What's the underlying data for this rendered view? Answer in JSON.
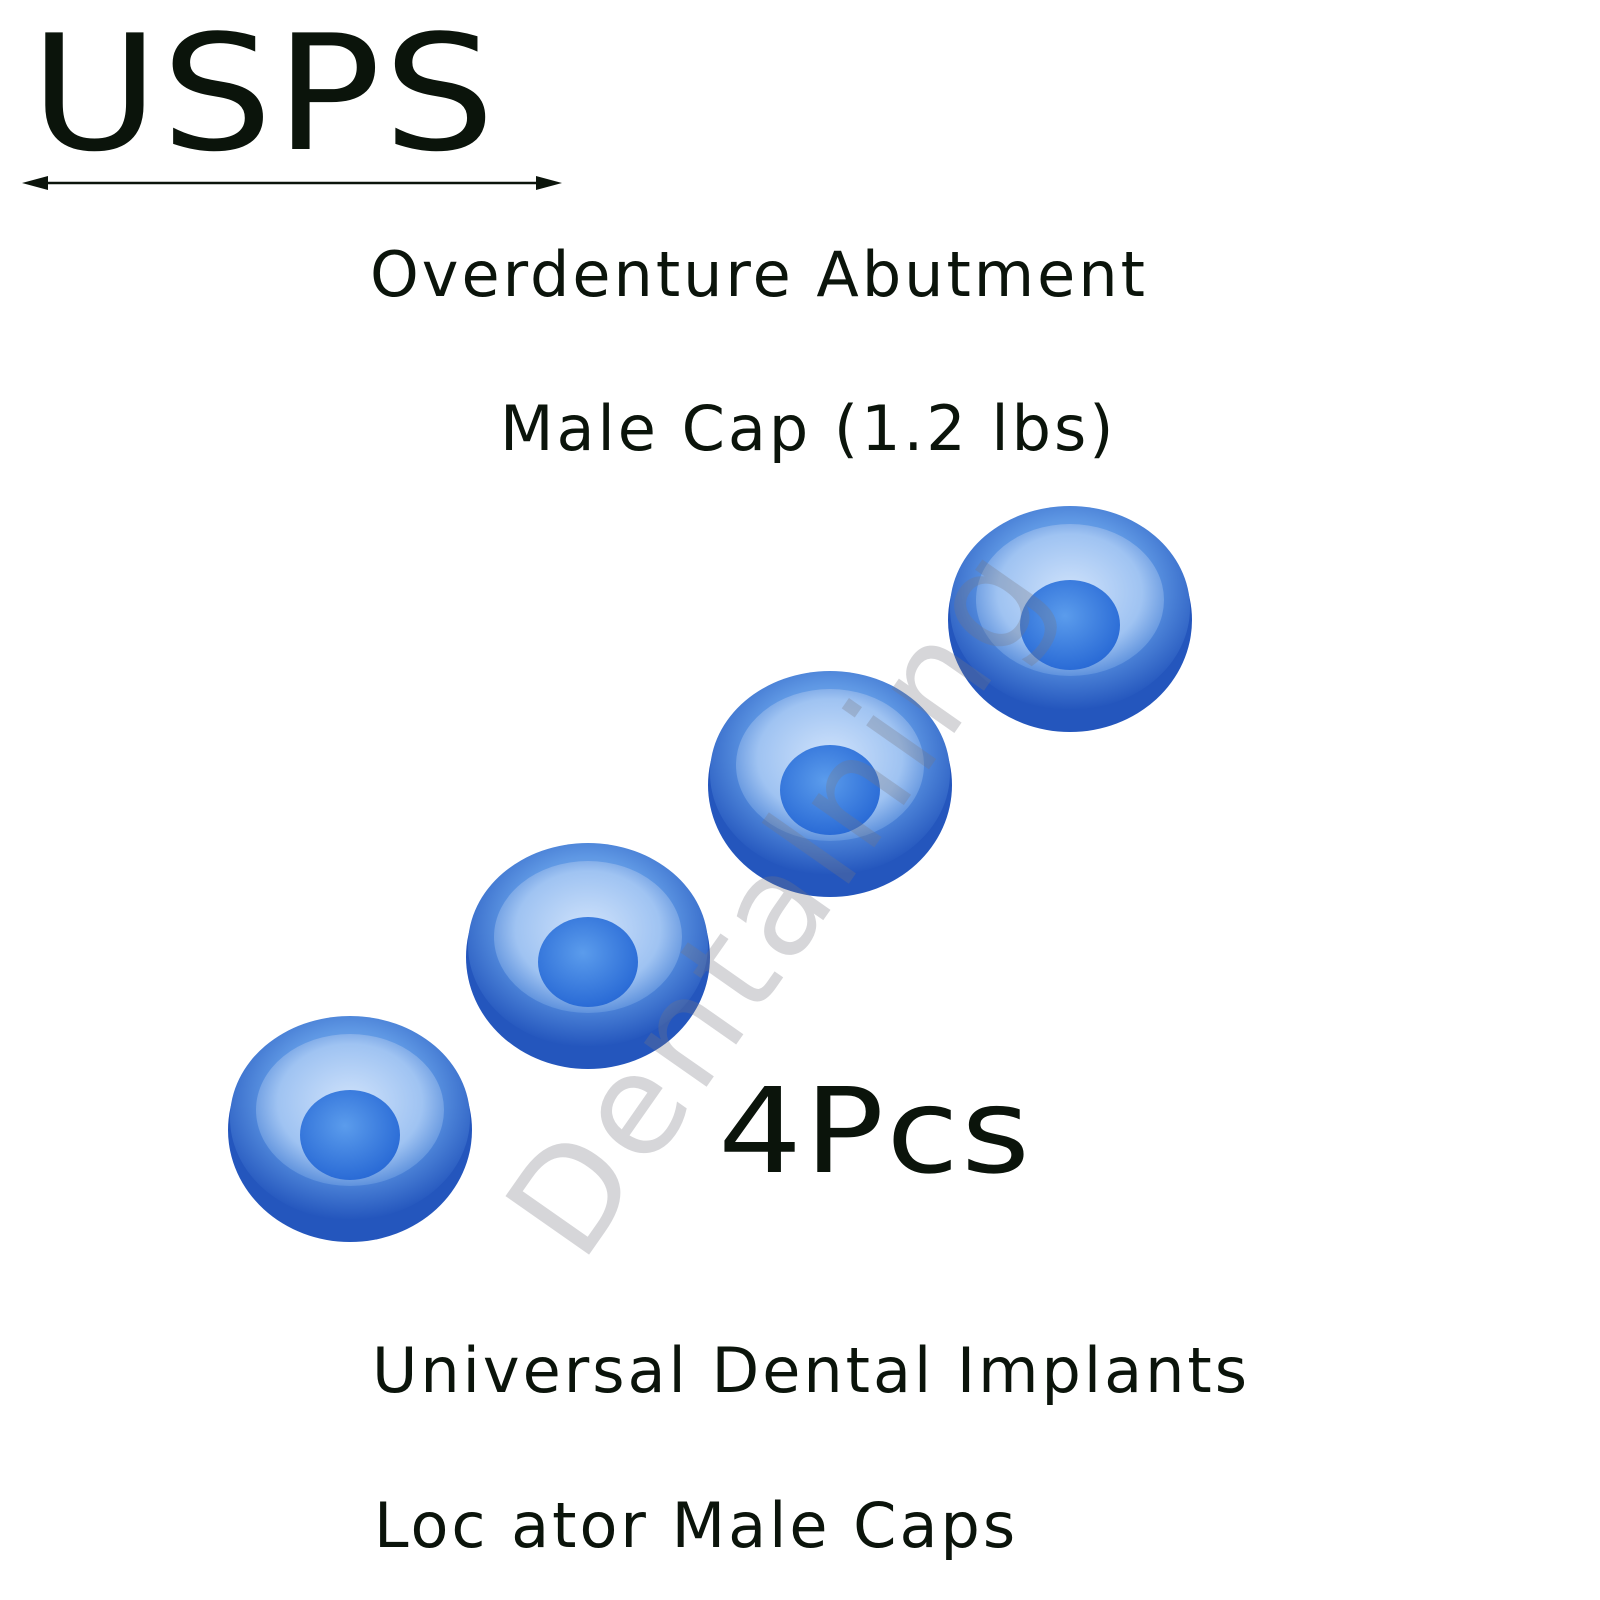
{
  "header": {
    "brand": "USPS"
  },
  "product": {
    "line1": "Overdenture Abutment",
    "line2": "Male Cap (1.2 lbs)",
    "quantity": "4Pcs",
    "line3": "Universal Dental Implants",
    "line4": "Loc ator Male Caps"
  },
  "watermark": "Dentalning",
  "colors": {
    "text": "#0b140b",
    "cap_blue": "#2a62c9",
    "cap_light": "#7fb0ef"
  },
  "icons": [
    "double-arrow-icon"
  ],
  "image": {
    "cap_count": 4
  }
}
